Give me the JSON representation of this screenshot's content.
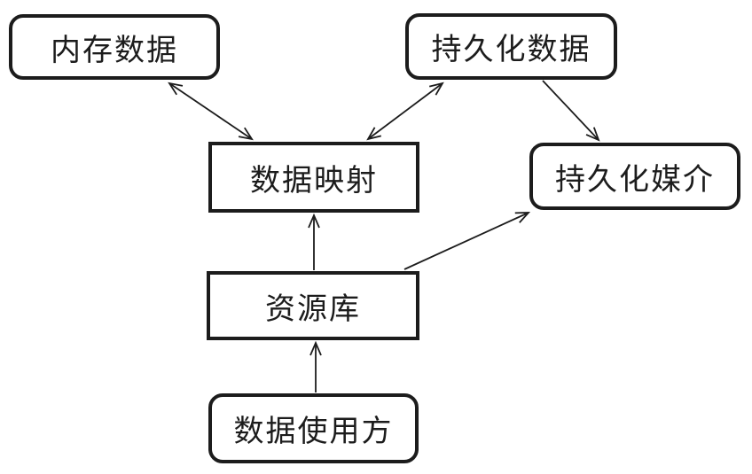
{
  "diagram": {
    "nodes": {
      "memory_data": {
        "label": "内存数据",
        "shape": "rounded"
      },
      "persisted_data": {
        "label": "持久化数据",
        "shape": "rounded"
      },
      "data_mapper": {
        "label": "数据映射",
        "shape": "rectangle"
      },
      "persistence_medium": {
        "label": "持久化媒介",
        "shape": "rounded"
      },
      "repository": {
        "label": "资源库",
        "shape": "rectangle"
      },
      "data_consumer": {
        "label": "数据使用方",
        "shape": "rounded"
      }
    },
    "edges": [
      {
        "from": "内存数据",
        "to": "数据映射",
        "arrows": "both"
      },
      {
        "from": "持久化数据",
        "to": "数据映射",
        "arrows": "both"
      },
      {
        "from": "持久化数据",
        "to": "持久化媒介",
        "arrows": "to"
      },
      {
        "from": "资源库",
        "to": "数据映射",
        "arrows": "to"
      },
      {
        "from": "资源库",
        "to": "持久化媒介",
        "arrows": "to"
      },
      {
        "from": "数据使用方",
        "to": "资源库",
        "arrows": "to"
      }
    ],
    "colors": {
      "stroke": "#1c1c1c",
      "background": "#ffffff",
      "text": "#1c1c1c"
    }
  }
}
